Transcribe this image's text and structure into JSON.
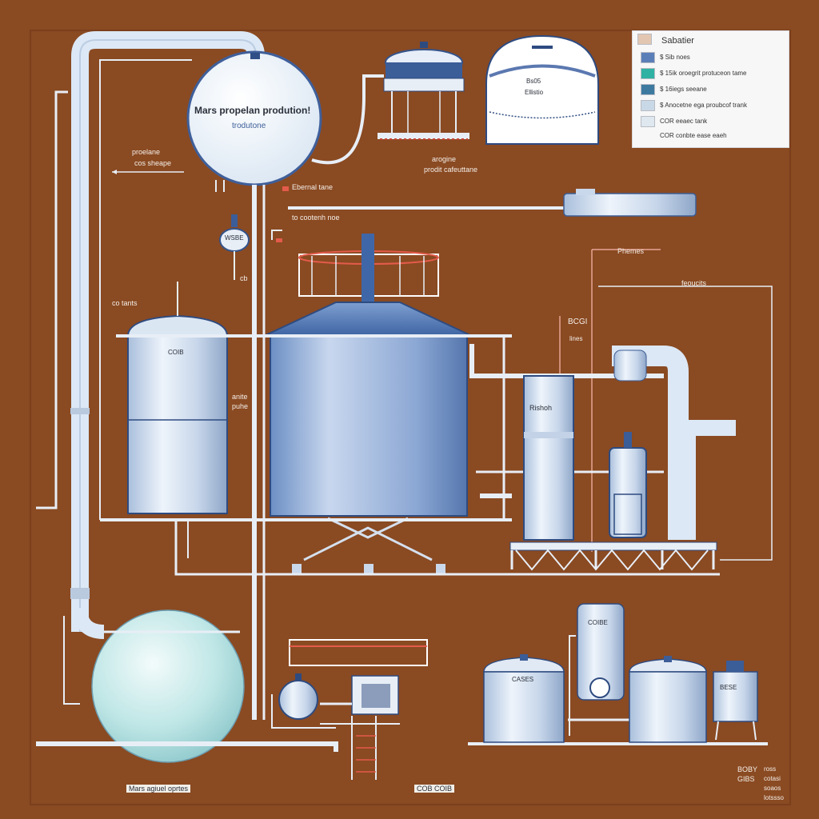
{
  "diagram": {
    "main_tank_title": "Mars propelan prodution!",
    "main_tank_subtitle": "trodutone",
    "label_proelane": "proelane",
    "label_cos_sheape": "cos sheape",
    "label_argeine": "arogine",
    "label_prodit": "prodit cafeuttane",
    "label_ebernal": "Ebernal tane",
    "label_conteh": "to cootenh noe",
    "label_valve": "WSBE",
    "label_ob": "cb",
    "label_co_tanks": "co tants",
    "label_coib_tank": "COIB",
    "label_anite": "anite",
    "label_puhe": "puhe",
    "label_pheme": "Phemes",
    "label_bcg": "BCGI",
    "label_lines": "lines",
    "label_feoucits": "feoucits",
    "label_rishoh": "Rishoh",
    "label_coibe": "COIBE",
    "label_cases": "CASES",
    "label_reactor": "BESE",
    "label_dome_1": "Bs05",
    "label_dome_2": "Ellistio",
    "label_bottom_left": "Mars agiuel oprtes",
    "label_bottom_center": "COB COIB",
    "label_br_1": "BOBY",
    "label_br_2": "GIBS",
    "label_br_3": "ross",
    "label_br_4": "cotasi",
    "label_br_5": "soaos",
    "label_br_6": "lotssso"
  },
  "legend": {
    "title": "Sabatier",
    "items": [
      {
        "text": "$ Sib noes",
        "color": "#e2c6b2"
      },
      {
        "text": "$ 15ik oroegrit protuceon tame",
        "color": "#5a7fb8"
      },
      {
        "text": "$ 16iegs seeane",
        "color": "#2fb2a3"
      },
      {
        "text": "$ Anocetne ega proubcof trank",
        "color": "#3e7aa0"
      },
      {
        "text": "COR eeaec tank",
        "color": "#c9d8e6"
      },
      {
        "text": "COR conbte ease eaeh",
        "color": "#dfe7ef"
      }
    ]
  }
}
